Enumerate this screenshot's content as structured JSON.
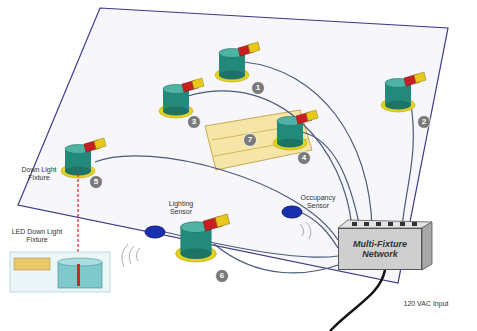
{
  "diagram": {
    "nodes": [
      {
        "text": [
          "Multi-Fixture Network"
        ]
      }
    ],
    "labels": [
      "1",
      "2",
      "3",
      "4",
      "5",
      "6",
      "7",
      "Down Light Fixture",
      "Lighting Sensor",
      "Occupancy Sensor",
      "LED Down Light Fixture",
      "120 VAC Input"
    ]
  }
}
